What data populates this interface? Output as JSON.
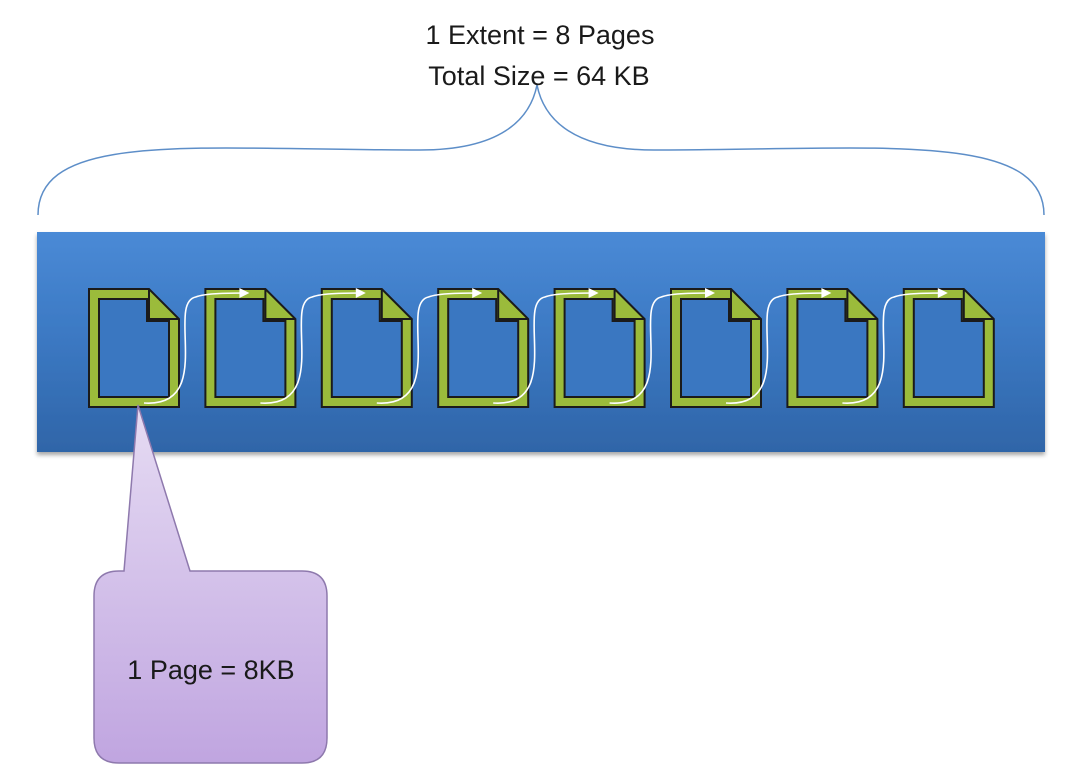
{
  "extent": {
    "title": "1 Extent = 8 Pages",
    "size": "Total Size = 64 KB"
  },
  "page_count": 8,
  "callout": {
    "text": "1 Page = 8KB"
  },
  "colors": {
    "extent_bar": "#3f7fc9",
    "page_fill": "#9bbb3b",
    "callout_fill": "#cdb6e6",
    "brace": "#5d8ec8",
    "arrows": "#ffffff"
  }
}
